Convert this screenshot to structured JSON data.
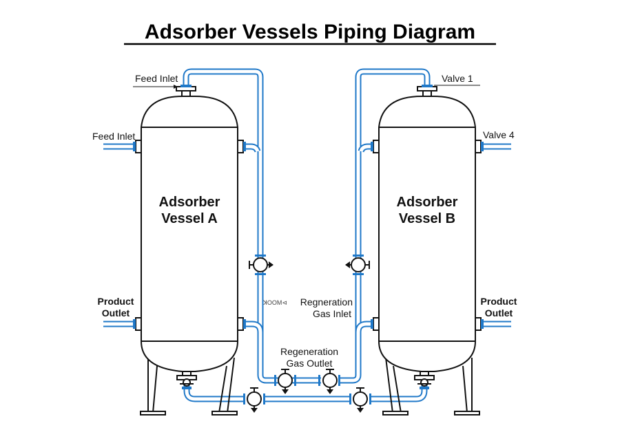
{
  "title": "Adsorber Vessels Piping Diagram",
  "colors": {
    "pipe": "#1f78c8",
    "outline": "#111111",
    "background": "#ffffff"
  },
  "vessels": [
    {
      "id": "A",
      "label_line1": "Adsorber",
      "label_line2": "Vessel A"
    },
    {
      "id": "B",
      "label_line1": "Adsorber",
      "label_line2": "Vessel B"
    }
  ],
  "labels": {
    "feed_inlet_top": "Feed Inlet",
    "feed_inlet_side": "Feed Inlet",
    "valve_1": "Valve 1",
    "valve_4": "Valve 4",
    "product_outlet_a_line1": "Product",
    "product_outlet_a_line2": "Outlet",
    "product_outlet_b_line1": "Product",
    "product_outlet_b_line2": "Outlet",
    "regen_inlet_line1": "Regneration",
    "regen_inlet_line2": "Gas Inlet",
    "regen_inlet_artifact": "ꓘOOM⊲",
    "regen_outlet_line1": "Regeneration",
    "regen_outlet_line2": "Gas Outlet"
  }
}
